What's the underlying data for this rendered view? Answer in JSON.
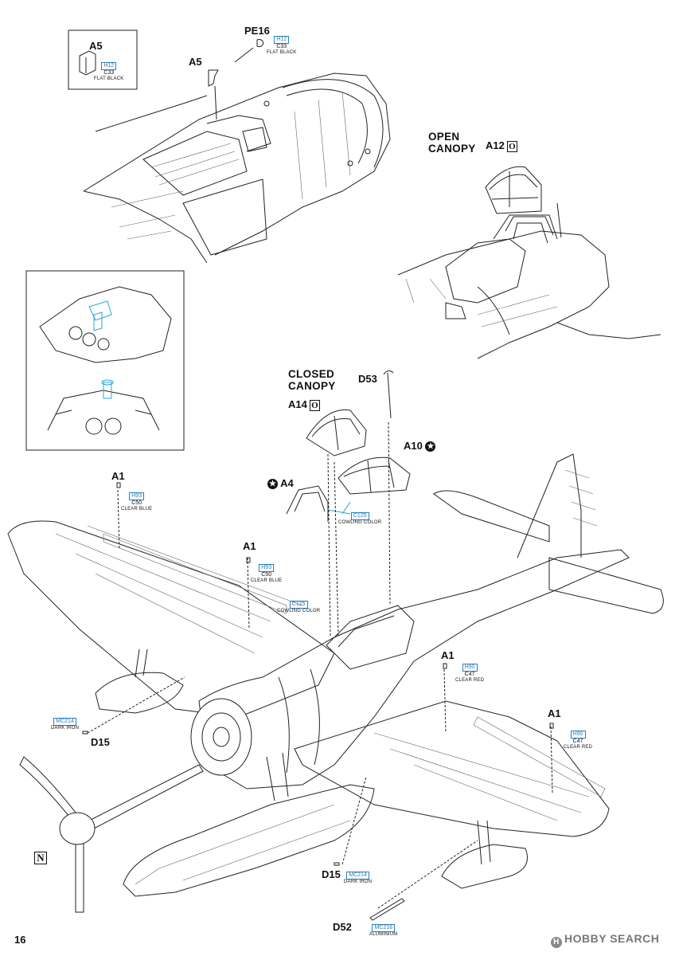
{
  "page_number": "16",
  "watermark": "HOBBY SEARCH",
  "steps": {
    "cockpit_detail": {
      "part_a5_inset": "A5",
      "part_a5": "A5",
      "part_pe16": "PE16",
      "paint_inset": {
        "h": "H12",
        "c": "C33",
        "name": "FLAT BLACK"
      },
      "paint_pe16": {
        "h": "H12",
        "c": "C33",
        "name": "FLAT BLACK"
      }
    },
    "open_canopy": {
      "title_line1": "OPEN",
      "title_line2": "CANOPY",
      "part": "A12",
      "symbol": "O"
    },
    "closed_canopy": {
      "title_line1": "CLOSED",
      "title_line2": "CANOPY",
      "part_a14": "A14",
      "symbol_a14": "O",
      "part_d53": "D53",
      "part_a10": "A10",
      "part_a4": "A4",
      "star_symbol": "★",
      "paint_canopy": {
        "c": "C125",
        "name": "COWLING COLOR"
      }
    },
    "main_assembly": {
      "a1_left": "A1",
      "paint_a1_left": {
        "h": "H93",
        "c": "C50",
        "name": "CLEAR BLUE"
      },
      "a1_mid": "A1",
      "paint_a1_mid": {
        "h": "H93",
        "c": "C50",
        "name": "CLEAR BLUE"
      },
      "paint_cockpit": {
        "h": "C125",
        "name": "COWLING COLOR"
      },
      "a1_right1": "A1",
      "paint_a1_right1": {
        "h": "H90",
        "c": "C47",
        "name": "CLEAR RED"
      },
      "a1_right2": "A1",
      "paint_a1_right2": {
        "h": "H90",
        "c": "C47",
        "name": "CLEAR RED"
      },
      "d15_left": "D15",
      "paint_d15_left": {
        "h": "MC214",
        "name": "DARK IRON"
      },
      "d15_bottom": "D15",
      "paint_d15_bottom": {
        "h": "MC214",
        "name": "DARK IRON"
      },
      "d52": "D52",
      "paint_d52": {
        "h": "MC218",
        "name": "ALUMINIUM"
      },
      "symbol_n": "N"
    }
  }
}
